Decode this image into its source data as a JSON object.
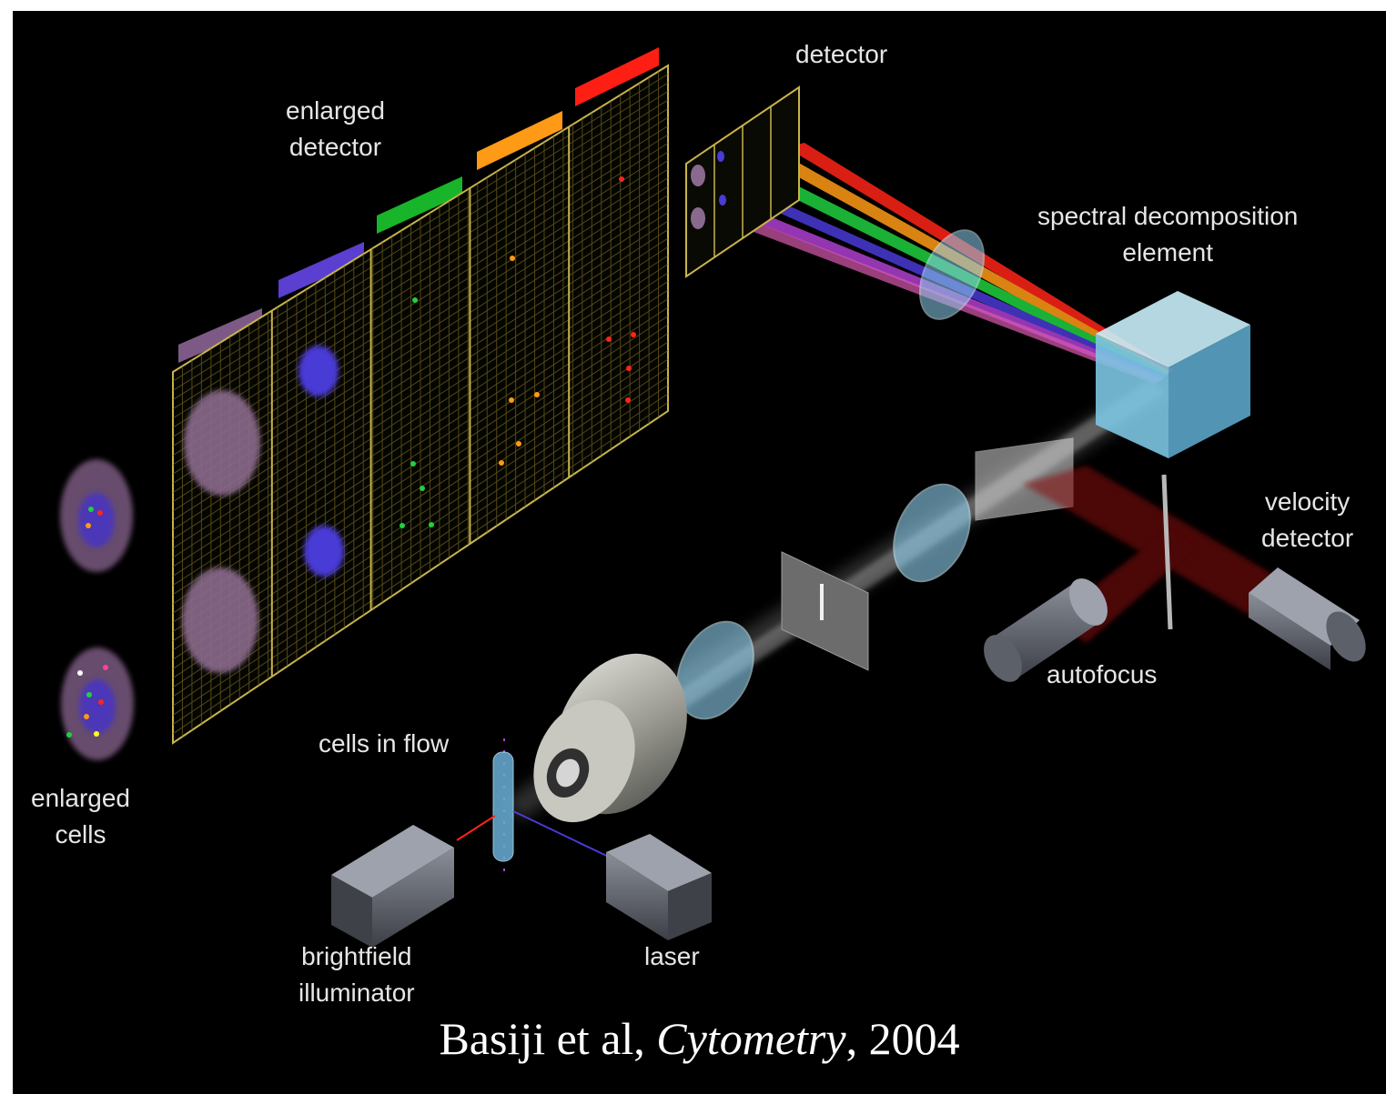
{
  "labels": {
    "detector": "detector",
    "enlarged_detector_1": "enlarged",
    "enlarged_detector_2": "detector",
    "spectral_1": "spectral decomposition",
    "spectral_2": "element",
    "velocity_1": "velocity",
    "velocity_2": "detector",
    "autofocus": "autofocus",
    "cells_in_flow": "cells in flow",
    "enlarged_cells_1": "enlarged",
    "enlarged_cells_2": "cells",
    "brightfield_1": "brightfield",
    "brightfield_2": "illuminator",
    "laser": "laser"
  },
  "citation": {
    "authors": "Basiji et al, ",
    "journal": "Cytometry",
    "year": ", 2004"
  },
  "colors": {
    "background": "#000000",
    "grid": "#b8a83a",
    "channel_violet": "#7d5a86",
    "channel_blue": "#5a3fd0",
    "channel_green": "#18b42a",
    "channel_orange": "#ff9a16",
    "channel_red": "#ff1e14",
    "optics": "#8fd2f0"
  }
}
